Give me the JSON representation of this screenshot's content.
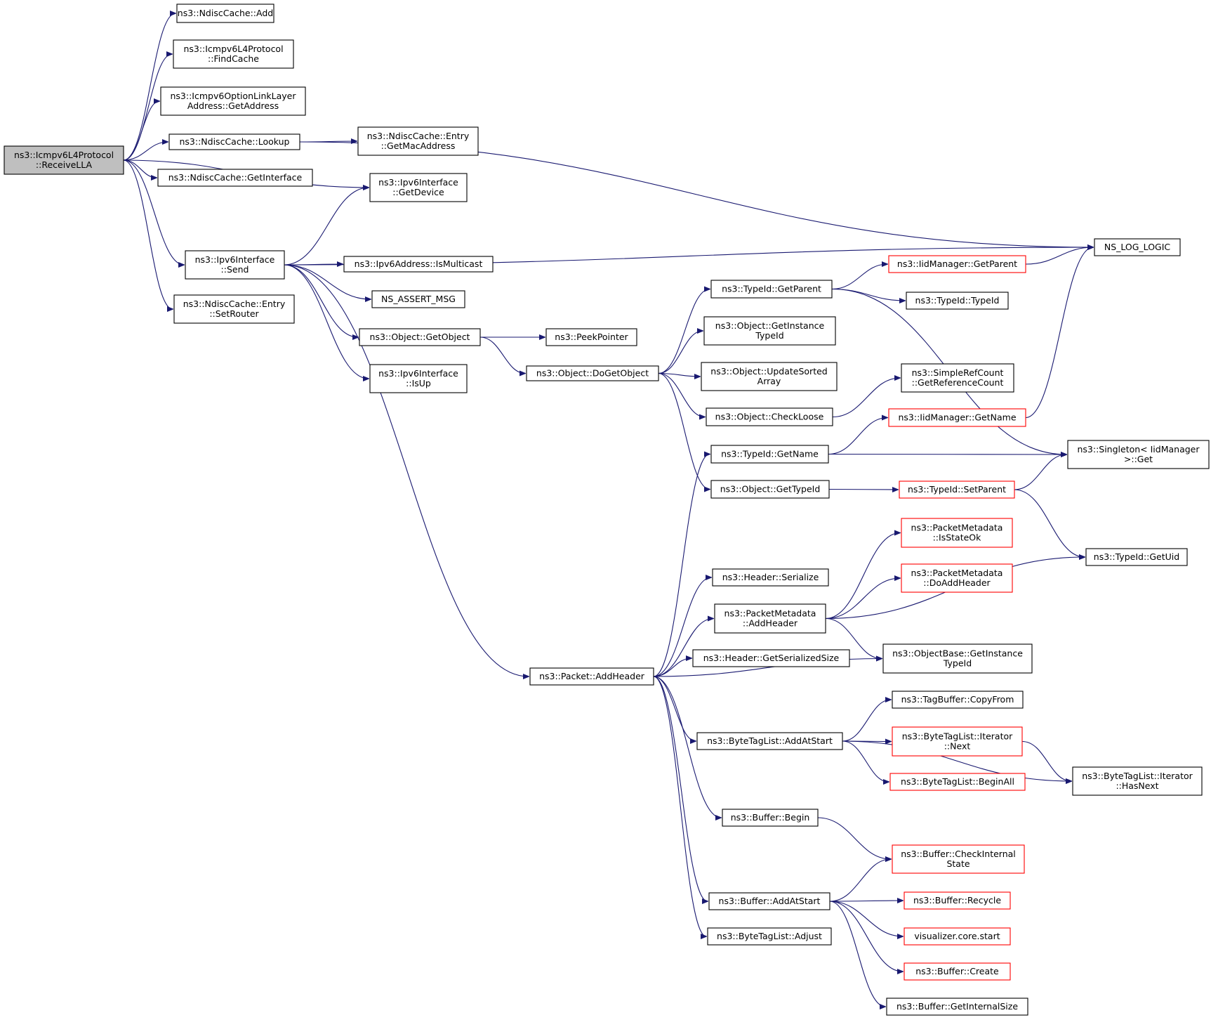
{
  "colors": {
    "edge": "#191970",
    "node_border": "#000000",
    "node_border_truncated": "#ff0000",
    "root_fill": "#bfbfbf",
    "node_fill": "#ffffff",
    "text": "#000000"
  },
  "nodes": [
    {
      "id": "recv",
      "lines": [
        "ns3::Icmpv6L4Protocol",
        "::ReceiveLLA"
      ],
      "kind": "root"
    },
    {
      "id": "ndadd",
      "lines": [
        "ns3::NdiscCache::Add"
      ],
      "kind": "normal"
    },
    {
      "id": "findcache",
      "lines": [
        "ns3::Icmpv6L4Protocol",
        "::FindCache"
      ],
      "kind": "normal"
    },
    {
      "id": "getaddress",
      "lines": [
        "ns3::Icmpv6OptionLinkLayer",
        "Address::GetAddress"
      ],
      "kind": "normal"
    },
    {
      "id": "lookup",
      "lines": [
        "ns3::NdiscCache::Lookup"
      ],
      "kind": "normal"
    },
    {
      "id": "getmac",
      "lines": [
        "ns3::NdiscCache::Entry",
        "::GetMacAddress"
      ],
      "kind": "normal"
    },
    {
      "id": "getiface",
      "lines": [
        "ns3::NdiscCache::GetInterface"
      ],
      "kind": "normal"
    },
    {
      "id": "getdevice",
      "lines": [
        "ns3::Ipv6Interface",
        "::GetDevice"
      ],
      "kind": "normal"
    },
    {
      "id": "send",
      "lines": [
        "ns3::Ipv6Interface",
        "::Send"
      ],
      "kind": "normal"
    },
    {
      "id": "setrouter",
      "lines": [
        "ns3::NdiscCache::Entry",
        "::SetRouter"
      ],
      "kind": "normal"
    },
    {
      "id": "nslog",
      "lines": [
        "NS_LOG_LOGIC"
      ],
      "kind": "normal"
    },
    {
      "id": "ismulticast",
      "lines": [
        "ns3::Ipv6Address::IsMulticast"
      ],
      "kind": "normal"
    },
    {
      "id": "nsassert",
      "lines": [
        "NS_ASSERT_MSG"
      ],
      "kind": "normal"
    },
    {
      "id": "getobject",
      "lines": [
        "ns3::Object::GetObject"
      ],
      "kind": "normal"
    },
    {
      "id": "isup",
      "lines": [
        "ns3::Ipv6Interface",
        "::IsUp"
      ],
      "kind": "normal"
    },
    {
      "id": "peek",
      "lines": [
        "ns3::PeekPointer"
      ],
      "kind": "normal"
    },
    {
      "id": "dogetobject",
      "lines": [
        "ns3::Object::DoGetObject"
      ],
      "kind": "normal"
    },
    {
      "id": "tgetparent",
      "lines": [
        "ns3::TypeId::GetParent"
      ],
      "kind": "normal"
    },
    {
      "id": "iidgetparent",
      "lines": [
        "ns3::IidManager::GetParent"
      ],
      "kind": "truncated"
    },
    {
      "id": "typeid",
      "lines": [
        "ns3::TypeId::TypeId"
      ],
      "kind": "normal"
    },
    {
      "id": "getinsttype",
      "lines": [
        "ns3::Object::GetInstance",
        "TypeId"
      ],
      "kind": "normal"
    },
    {
      "id": "updsorted",
      "lines": [
        "ns3::Object::UpdateSorted",
        "Array"
      ],
      "kind": "normal"
    },
    {
      "id": "checkloose",
      "lines": [
        "ns3::Object::CheckLoose"
      ],
      "kind": "normal"
    },
    {
      "id": "getrefcount",
      "lines": [
        "ns3::SimpleRefCount",
        "::GetReferenceCount"
      ],
      "kind": "normal"
    },
    {
      "id": "iidgetname",
      "lines": [
        "ns3::IidManager::GetName"
      ],
      "kind": "truncated"
    },
    {
      "id": "tgetname",
      "lines": [
        "ns3::TypeId::GetName"
      ],
      "kind": "normal"
    },
    {
      "id": "singleton",
      "lines": [
        "ns3::Singleton< IidManager",
        ">::Get"
      ],
      "kind": "normal"
    },
    {
      "id": "ogettypeid",
      "lines": [
        "ns3::Object::GetTypeId"
      ],
      "kind": "normal"
    },
    {
      "id": "tsetparent",
      "lines": [
        "ns3::TypeId::SetParent"
      ],
      "kind": "truncated"
    },
    {
      "id": "isstateok",
      "lines": [
        "ns3::PacketMetadata",
        "::IsStateOk"
      ],
      "kind": "truncated"
    },
    {
      "id": "doaddheader",
      "lines": [
        "ns3::PacketMetadata",
        "::DoAddHeader"
      ],
      "kind": "truncated"
    },
    {
      "id": "getuid",
      "lines": [
        "ns3::TypeId::GetUid"
      ],
      "kind": "normal"
    },
    {
      "id": "hserialize",
      "lines": [
        "ns3::Header::Serialize"
      ],
      "kind": "normal"
    },
    {
      "id": "pmaddheader",
      "lines": [
        "ns3::PacketMetadata",
        "::AddHeader"
      ],
      "kind": "normal"
    },
    {
      "id": "hgetsersize",
      "lines": [
        "ns3::Header::GetSerializedSize"
      ],
      "kind": "normal"
    },
    {
      "id": "obgetinst",
      "lines": [
        "ns3::ObjectBase::GetInstance",
        "TypeId"
      ],
      "kind": "normal"
    },
    {
      "id": "paddheader",
      "lines": [
        "ns3::Packet::AddHeader"
      ],
      "kind": "normal"
    },
    {
      "id": "tagcopy",
      "lines": [
        "ns3::TagBuffer::CopyFrom"
      ],
      "kind": "normal"
    },
    {
      "id": "btladdstart",
      "lines": [
        "ns3::ByteTagList::AddAtStart"
      ],
      "kind": "normal"
    },
    {
      "id": "btlnext",
      "lines": [
        "ns3::ByteTagList::Iterator",
        "::Next"
      ],
      "kind": "truncated"
    },
    {
      "id": "btlbeginall",
      "lines": [
        "ns3::ByteTagList::BeginAll"
      ],
      "kind": "truncated"
    },
    {
      "id": "btlhasnext",
      "lines": [
        "ns3::ByteTagList::Iterator",
        "::HasNext"
      ],
      "kind": "normal"
    },
    {
      "id": "bbegin",
      "lines": [
        "ns3::Buffer::Begin"
      ],
      "kind": "normal"
    },
    {
      "id": "bcheck",
      "lines": [
        "ns3::Buffer::CheckInternal",
        "State"
      ],
      "kind": "truncated"
    },
    {
      "id": "baddstart",
      "lines": [
        "ns3::Buffer::AddAtStart"
      ],
      "kind": "normal"
    },
    {
      "id": "brecycle",
      "lines": [
        "ns3::Buffer::Recycle"
      ],
      "kind": "truncated"
    },
    {
      "id": "vizstart",
      "lines": [
        "visualizer.core.start"
      ],
      "kind": "truncated"
    },
    {
      "id": "btladjust",
      "lines": [
        "ns3::ByteTagList::Adjust"
      ],
      "kind": "normal"
    },
    {
      "id": "bcreate",
      "lines": [
        "ns3::Buffer::Create"
      ],
      "kind": "truncated"
    },
    {
      "id": "bgetinternal",
      "lines": [
        "ns3::Buffer::GetInternalSize"
      ],
      "kind": "normal"
    }
  ],
  "edges": [
    [
      "recv",
      "ndadd"
    ],
    [
      "recv",
      "findcache"
    ],
    [
      "recv",
      "getaddress"
    ],
    [
      "recv",
      "lookup"
    ],
    [
      "recv",
      "getiface"
    ],
    [
      "recv",
      "getdevice"
    ],
    [
      "recv",
      "send"
    ],
    [
      "recv",
      "setrouter"
    ],
    [
      "lookup",
      "getmac"
    ],
    [
      "lookup",
      "nslog"
    ],
    [
      "send",
      "getdevice"
    ],
    [
      "send",
      "nslog"
    ],
    [
      "send",
      "ismulticast"
    ],
    [
      "send",
      "nsassert"
    ],
    [
      "send",
      "getobject"
    ],
    [
      "send",
      "isup"
    ],
    [
      "send",
      "paddheader"
    ],
    [
      "getobject",
      "peek"
    ],
    [
      "getobject",
      "dogetobject"
    ],
    [
      "dogetobject",
      "tgetparent"
    ],
    [
      "dogetobject",
      "getinsttype"
    ],
    [
      "dogetobject",
      "updsorted"
    ],
    [
      "dogetobject",
      "checkloose"
    ],
    [
      "dogetobject",
      "ogettypeid"
    ],
    [
      "tgetparent",
      "iidgetparent"
    ],
    [
      "tgetparent",
      "typeid"
    ],
    [
      "tgetparent",
      "singleton"
    ],
    [
      "iidgetparent",
      "nslog"
    ],
    [
      "checkloose",
      "getrefcount"
    ],
    [
      "iidgetname",
      "nslog"
    ],
    [
      "tgetname",
      "iidgetname"
    ],
    [
      "tgetname",
      "singleton"
    ],
    [
      "ogettypeid",
      "tsetparent"
    ],
    [
      "tsetparent",
      "singleton"
    ],
    [
      "tsetparent",
      "getuid"
    ],
    [
      "pmaddheader",
      "isstateok"
    ],
    [
      "pmaddheader",
      "doaddheader"
    ],
    [
      "pmaddheader",
      "getuid"
    ],
    [
      "pmaddheader",
      "obgetinst"
    ],
    [
      "paddheader",
      "tgetname"
    ],
    [
      "paddheader",
      "hserialize"
    ],
    [
      "paddheader",
      "pmaddheader"
    ],
    [
      "paddheader",
      "hgetsersize"
    ],
    [
      "paddheader",
      "obgetinst"
    ],
    [
      "paddheader",
      "btladdstart"
    ],
    [
      "paddheader",
      "bbegin"
    ],
    [
      "paddheader",
      "baddstart"
    ],
    [
      "paddheader",
      "btladjust"
    ],
    [
      "btladdstart",
      "tagcopy"
    ],
    [
      "btladdstart",
      "btlnext"
    ],
    [
      "btladdstart",
      "btlbeginall"
    ],
    [
      "btladdstart",
      "btlhasnext"
    ],
    [
      "btlnext",
      "btlhasnext"
    ],
    [
      "bbegin",
      "bcheck"
    ],
    [
      "baddstart",
      "bcheck"
    ],
    [
      "baddstart",
      "brecycle"
    ],
    [
      "baddstart",
      "vizstart"
    ],
    [
      "baddstart",
      "bcreate"
    ],
    [
      "baddstart",
      "bgetinternal"
    ]
  ]
}
